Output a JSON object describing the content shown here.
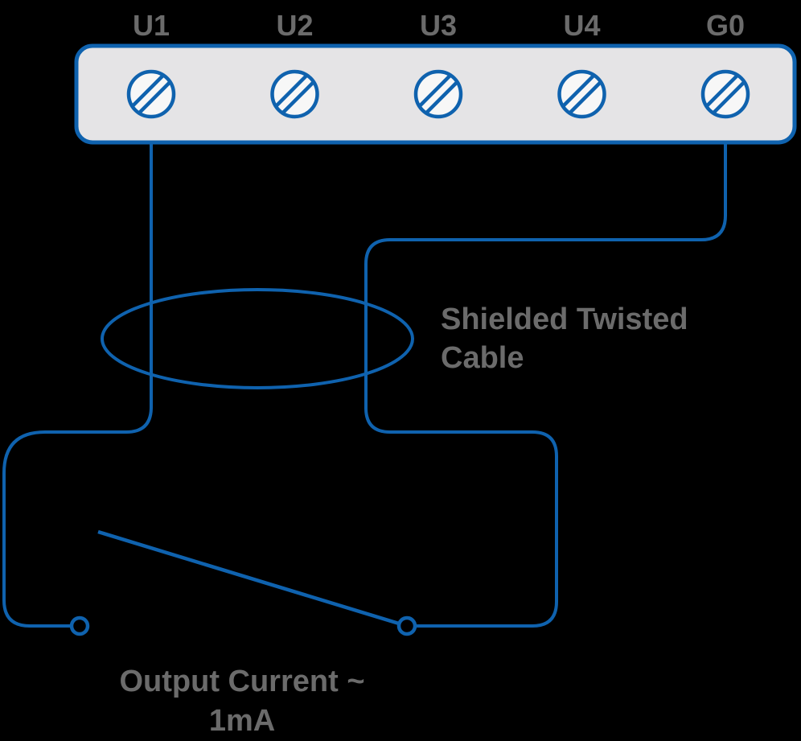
{
  "colors": {
    "wire_blue": "#0f62ae",
    "block_fill": "#e5e4e6",
    "terminal_fill": "#f7f7f7",
    "text_gray": "#6b6b6b",
    "background": "#000000"
  },
  "terminal_block": {
    "terminals": [
      {
        "label": "U1"
      },
      {
        "label": "U2"
      },
      {
        "label": "U3"
      },
      {
        "label": "U4"
      },
      {
        "label": "G0"
      }
    ]
  },
  "annotations": {
    "cable_line1": "Shielded Twisted",
    "cable_line2": "Cable",
    "output_line1": "Output Current ~",
    "output_line2": "1mA"
  }
}
